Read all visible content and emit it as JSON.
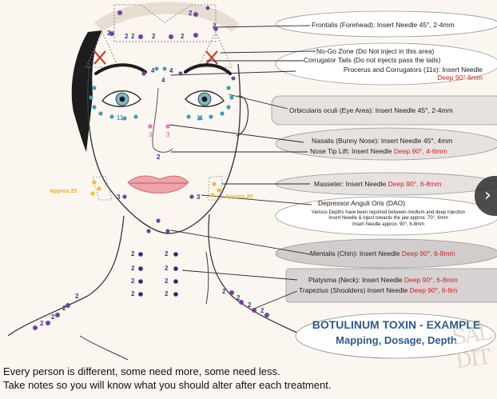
{
  "labels": {
    "frontalis": {
      "text": "Frontalis (Forehead): Insert Needle 45°, 2-4mm"
    },
    "no_go": {
      "text": "No-Go Zone (Do Not inject in this area)"
    },
    "corrugator": {
      "text": "Corrugator Tails (Do not injects pass the tails)"
    },
    "procerus": {
      "text": "Procerus and Corrugators (11s): Insert Needle",
      "red": "Deep 90° 6mm"
    },
    "orbicularis": {
      "text": "Orbicularis oculi (Eye Area): Insert Needle 45°, 2-4mm"
    },
    "nasalis": {
      "text": "Nasalis (Bunny Nose): Insert Needle 45°, 4mm"
    },
    "nose_tip": {
      "text": "Nose Tip Lift: Insert Needle",
      "red": "Deep 90°, 4-6mm"
    },
    "masseter": {
      "text": "Masseter: Insert Needle",
      "red": "Deep 90°, 6-8mm"
    },
    "dao": {
      "text": "Depressor Anguli Oris (DAO)"
    },
    "dao_note1": {
      "text": "Various Depths have been reported between medium and deep injection"
    },
    "dao_note2": {
      "text": "Insert Needle & inject towards the jaw approx. 70°, 6mm"
    },
    "dao_note3": {
      "text": "Insert Needle approx. 90°, 6-8mm"
    },
    "mentalis": {
      "text": "Mentalis (Chin): Insert Needle",
      "red": "Deep 90°, 6-8mm"
    },
    "platysma": {
      "text": "Platysma (Neck): Insert Needle",
      "red": "Deep 90°, 6-8mm"
    },
    "trapezius": {
      "text": "Trapezius (Shoulders) Insert Needle",
      "red": "Deep 90°, 6-8m"
    }
  },
  "approx_left": "Approx.20",
  "approx_right": "Approx.20",
  "title": {
    "line1": "BOTULINUM TOXIN - EXAMPLE",
    "line2": "Mapping, Dosage, Depth"
  },
  "footer": {
    "line1": "Every person is different, some need more, some need less.",
    "line2": "Take notes so you will know what you should alter after each treatment."
  },
  "watermark": "SAL DIT",
  "colors": {
    "dot_purple": "#7a3fa0",
    "dot_navy": "#2c2c7a",
    "dot_teal": "#3f9fb8",
    "dot_pink": "#e080c8",
    "dot_yellow": "#f0c030",
    "red_text": "#d32020",
    "no_go_x": "#d23b2b",
    "title_blue": "#2e5c8a"
  }
}
